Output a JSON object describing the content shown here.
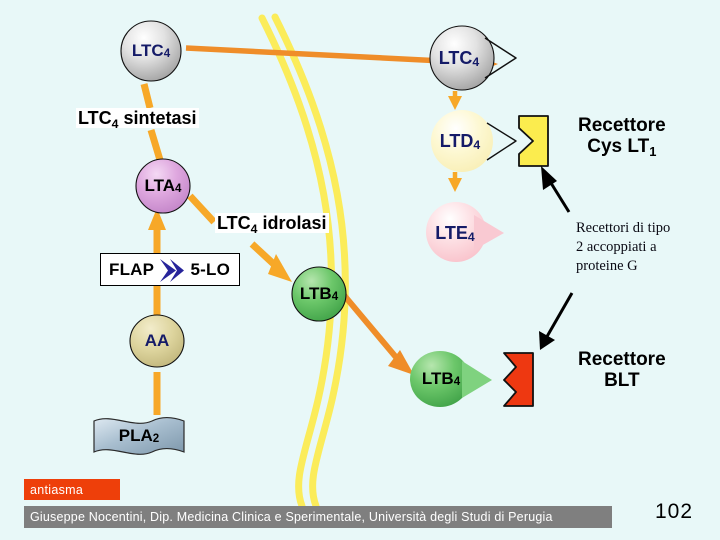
{
  "slide": {
    "background_color": "#e8f8f8",
    "page_number": "102",
    "membrane_color": "#fbec5a"
  },
  "nodes": {
    "ltc4_intracellular": {
      "label": "LTC",
      "subscript": "4",
      "fill": "#c8c8c8",
      "text_color": "#151b68"
    },
    "lta4": {
      "label": "LTA",
      "subscript": "4",
      "fill": "#d9a0d9",
      "text_color": "#000000"
    },
    "aa": {
      "label": "AA",
      "subscript": "",
      "fill": "#cfc48a",
      "text_color": "#151b68"
    },
    "pla2": {
      "label": "PLA",
      "subscript": "2",
      "fill": "#8fa8bc",
      "text_color": "#000000"
    },
    "ltb4_intracellular": {
      "label": "LTB",
      "subscript": "4",
      "fill": "#5cbd5c",
      "text_color": "#000000"
    },
    "ltc4_extracellular": {
      "label": "LTC",
      "subscript": "4",
      "fill": "#c8c8c8",
      "text_color": "#151b68"
    },
    "ltd4": {
      "label": "LTD",
      "subscript": "4",
      "fill": "#fdf6b8",
      "text_color": "#151b68"
    },
    "lte4": {
      "label": "LTE",
      "subscript": "4",
      "fill": "#fbd2d7",
      "text_color": "#151b68"
    },
    "ltb4_extracellular": {
      "label": "LTB",
      "subscript": "4",
      "fill": "#5cbd5c",
      "text_color": "#000000"
    }
  },
  "enzyme_box": {
    "left_label": "FLAP",
    "right_label": "5-LO",
    "chevron_color": "#27249a"
  },
  "enzyme_labels": {
    "ltc4_sintetasi": {
      "text": "LTC",
      "subscript": "4",
      "rest": " sintetasi"
    },
    "ltc4_idrolasi": {
      "text": "LTC",
      "subscript": "4",
      "rest": " idrolasi"
    }
  },
  "receptors": {
    "cys_lt1": {
      "title_line1": "Recettore",
      "title_line2": "Cys LT",
      "title_subscript": "1",
      "block_color": "#fbec4e"
    },
    "blt": {
      "title_line1": "Recettore",
      "title_line2": "BLT",
      "block_color": "#ee3811"
    }
  },
  "annotation": {
    "line1": "Recettori di tipo",
    "line2": "2 accoppiati a",
    "line3": "proteine G"
  },
  "footer": {
    "tag": "antiasma",
    "tag_color": "#ee3f0a",
    "credit": "Giuseppe Nocentini, Dip. Medicina Clinica e Sperimentale, Università degli Studi di Perugia",
    "credit_bg": "#7f7f7f"
  }
}
